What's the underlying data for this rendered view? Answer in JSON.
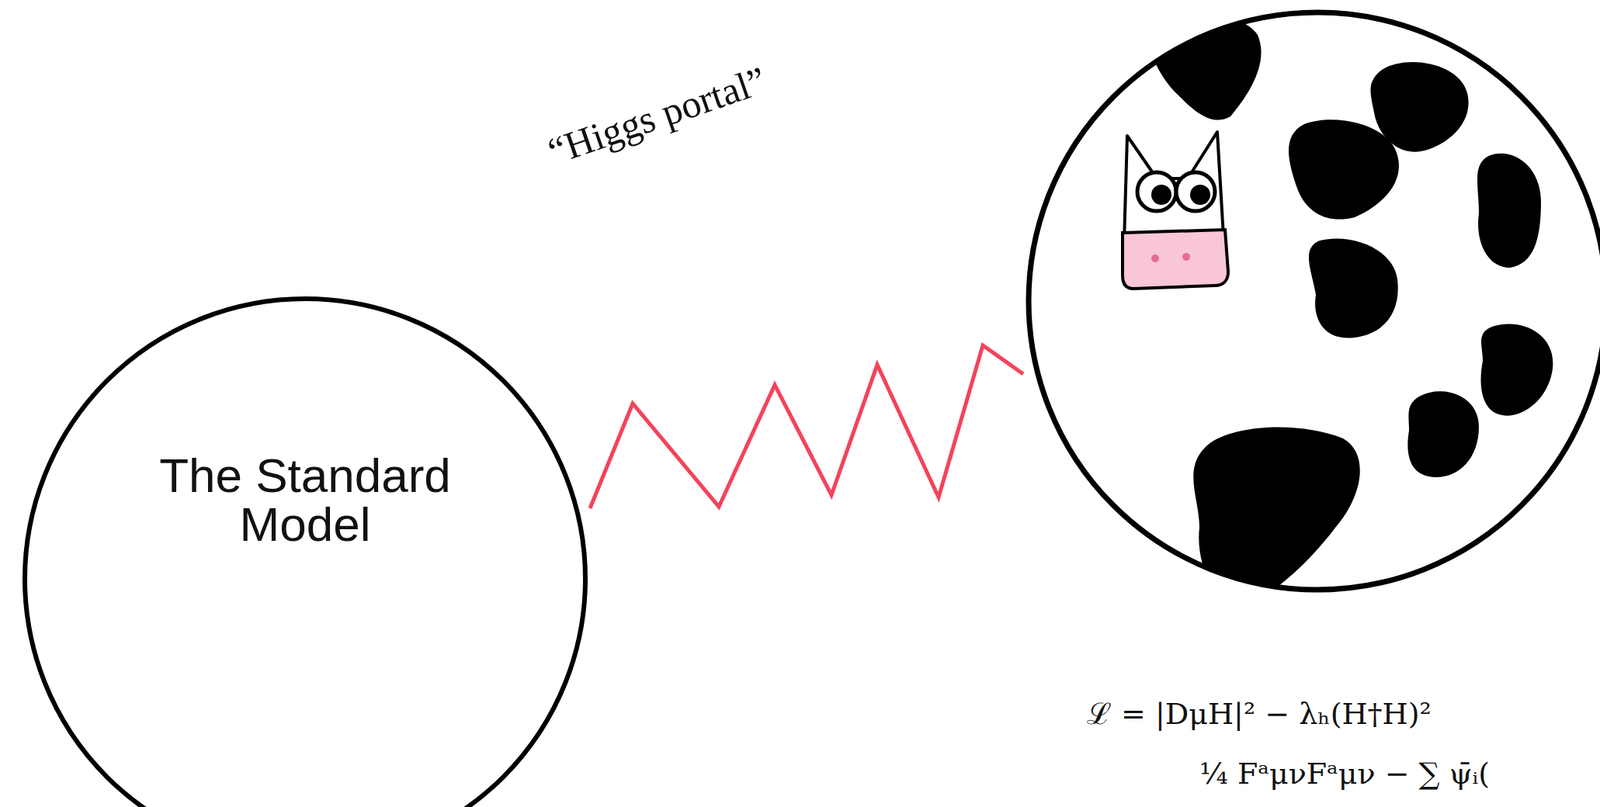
{
  "diagram": {
    "nodes": [
      {
        "text": [
          "The Standard Model"
        ]
      }
    ],
    "labels": [
      "“Higgs portal”",
      "ℒ = |DμH|² − λₕ(H†H)²",
      "¼ FᵃμνFᵃμν − ∑ ψ̄ᵢ("
    ]
  }
}
